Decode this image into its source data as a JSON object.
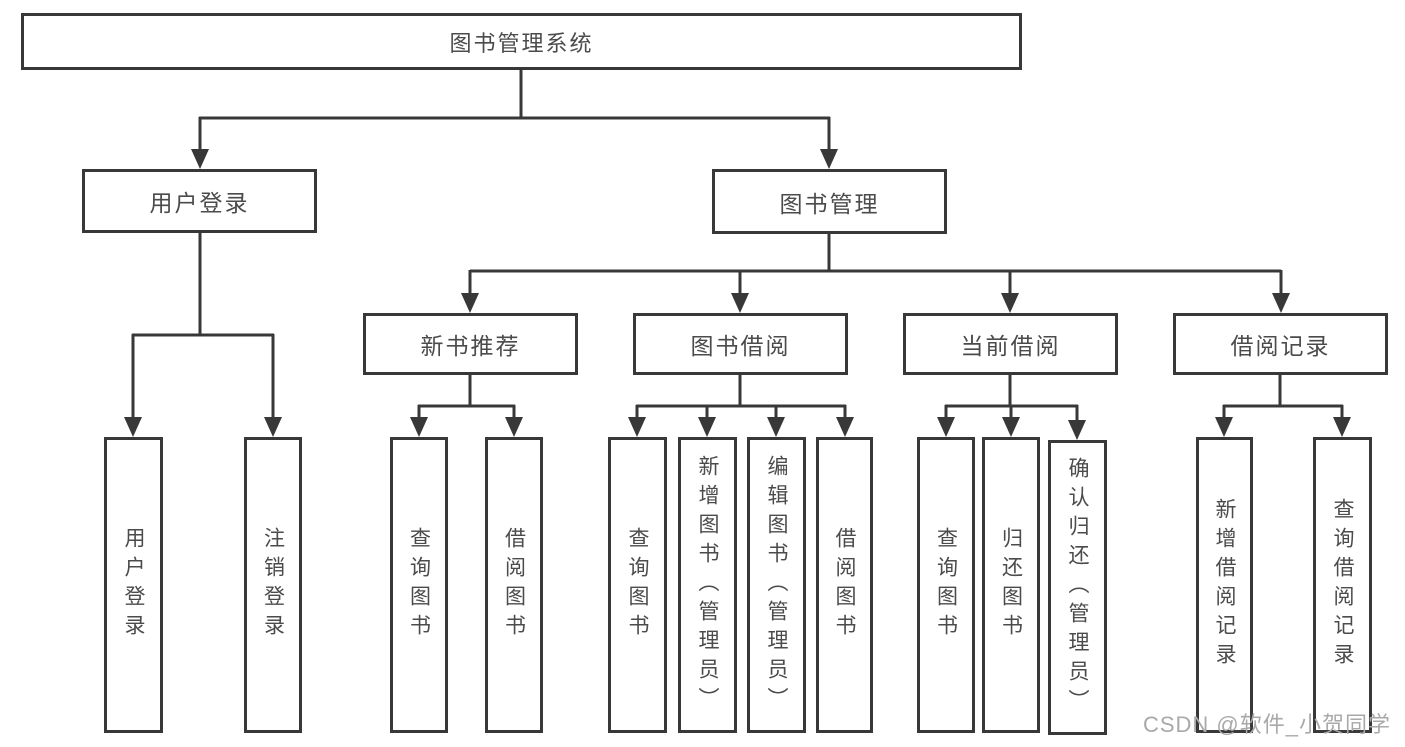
{
  "tree": {
    "label": "图书管理系统",
    "children": [
      {
        "label": "用户登录",
        "children": [
          {
            "label": "用户登录"
          },
          {
            "label": "注销登录"
          }
        ]
      },
      {
        "label": "图书管理",
        "children": [
          {
            "label": "新书推荐",
            "children": [
              {
                "label": "查询图书"
              },
              {
                "label": "借阅图书"
              }
            ]
          },
          {
            "label": "图书借阅",
            "children": [
              {
                "label": "查询图书"
              },
              {
                "label": "新增图书（管理员）"
              },
              {
                "label": "编辑图书（管理员）"
              },
              {
                "label": "借阅图书"
              }
            ]
          },
          {
            "label": "当前借阅",
            "children": [
              {
                "label": "查询图书"
              },
              {
                "label": "归还图书"
              },
              {
                "label": "确认归还（管理员）"
              }
            ]
          },
          {
            "label": "借阅记录",
            "children": [
              {
                "label": "新增借阅记录"
              },
              {
                "label": "查询借阅记录"
              }
            ]
          }
        ]
      }
    ]
  },
  "watermark": "CSDN @软件_小贺同学",
  "colors": {
    "line": "#383838",
    "text": "#4b4b4b",
    "watermark": "#a9a9a9",
    "background": "#ffffff"
  }
}
